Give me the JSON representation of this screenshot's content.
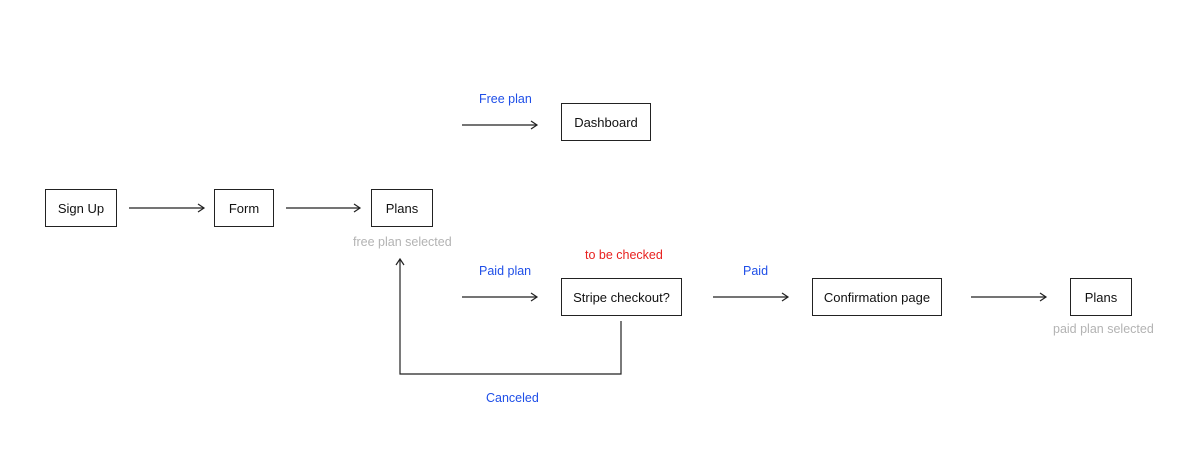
{
  "nodes": {
    "sign_up": "Sign Up",
    "form": "Form",
    "plans": "Plans",
    "dashboard": "Dashboard",
    "stripe_checkout": "Stripe checkout?",
    "confirmation_page": "Confirmation page",
    "plans_final": "Plans"
  },
  "edge_labels": {
    "free_plan": "Free plan",
    "paid_plan": "Paid plan",
    "paid": "Paid",
    "canceled": "Canceled"
  },
  "notes": {
    "free_plan_selected": "free plan selected",
    "to_be_checked": "to be checked",
    "paid_plan_selected": "paid plan selected"
  },
  "colors": {
    "edge_label": "#1f4fe8",
    "warning": "#e8211f",
    "note": "#b3b3b3",
    "stroke": "#222222"
  }
}
